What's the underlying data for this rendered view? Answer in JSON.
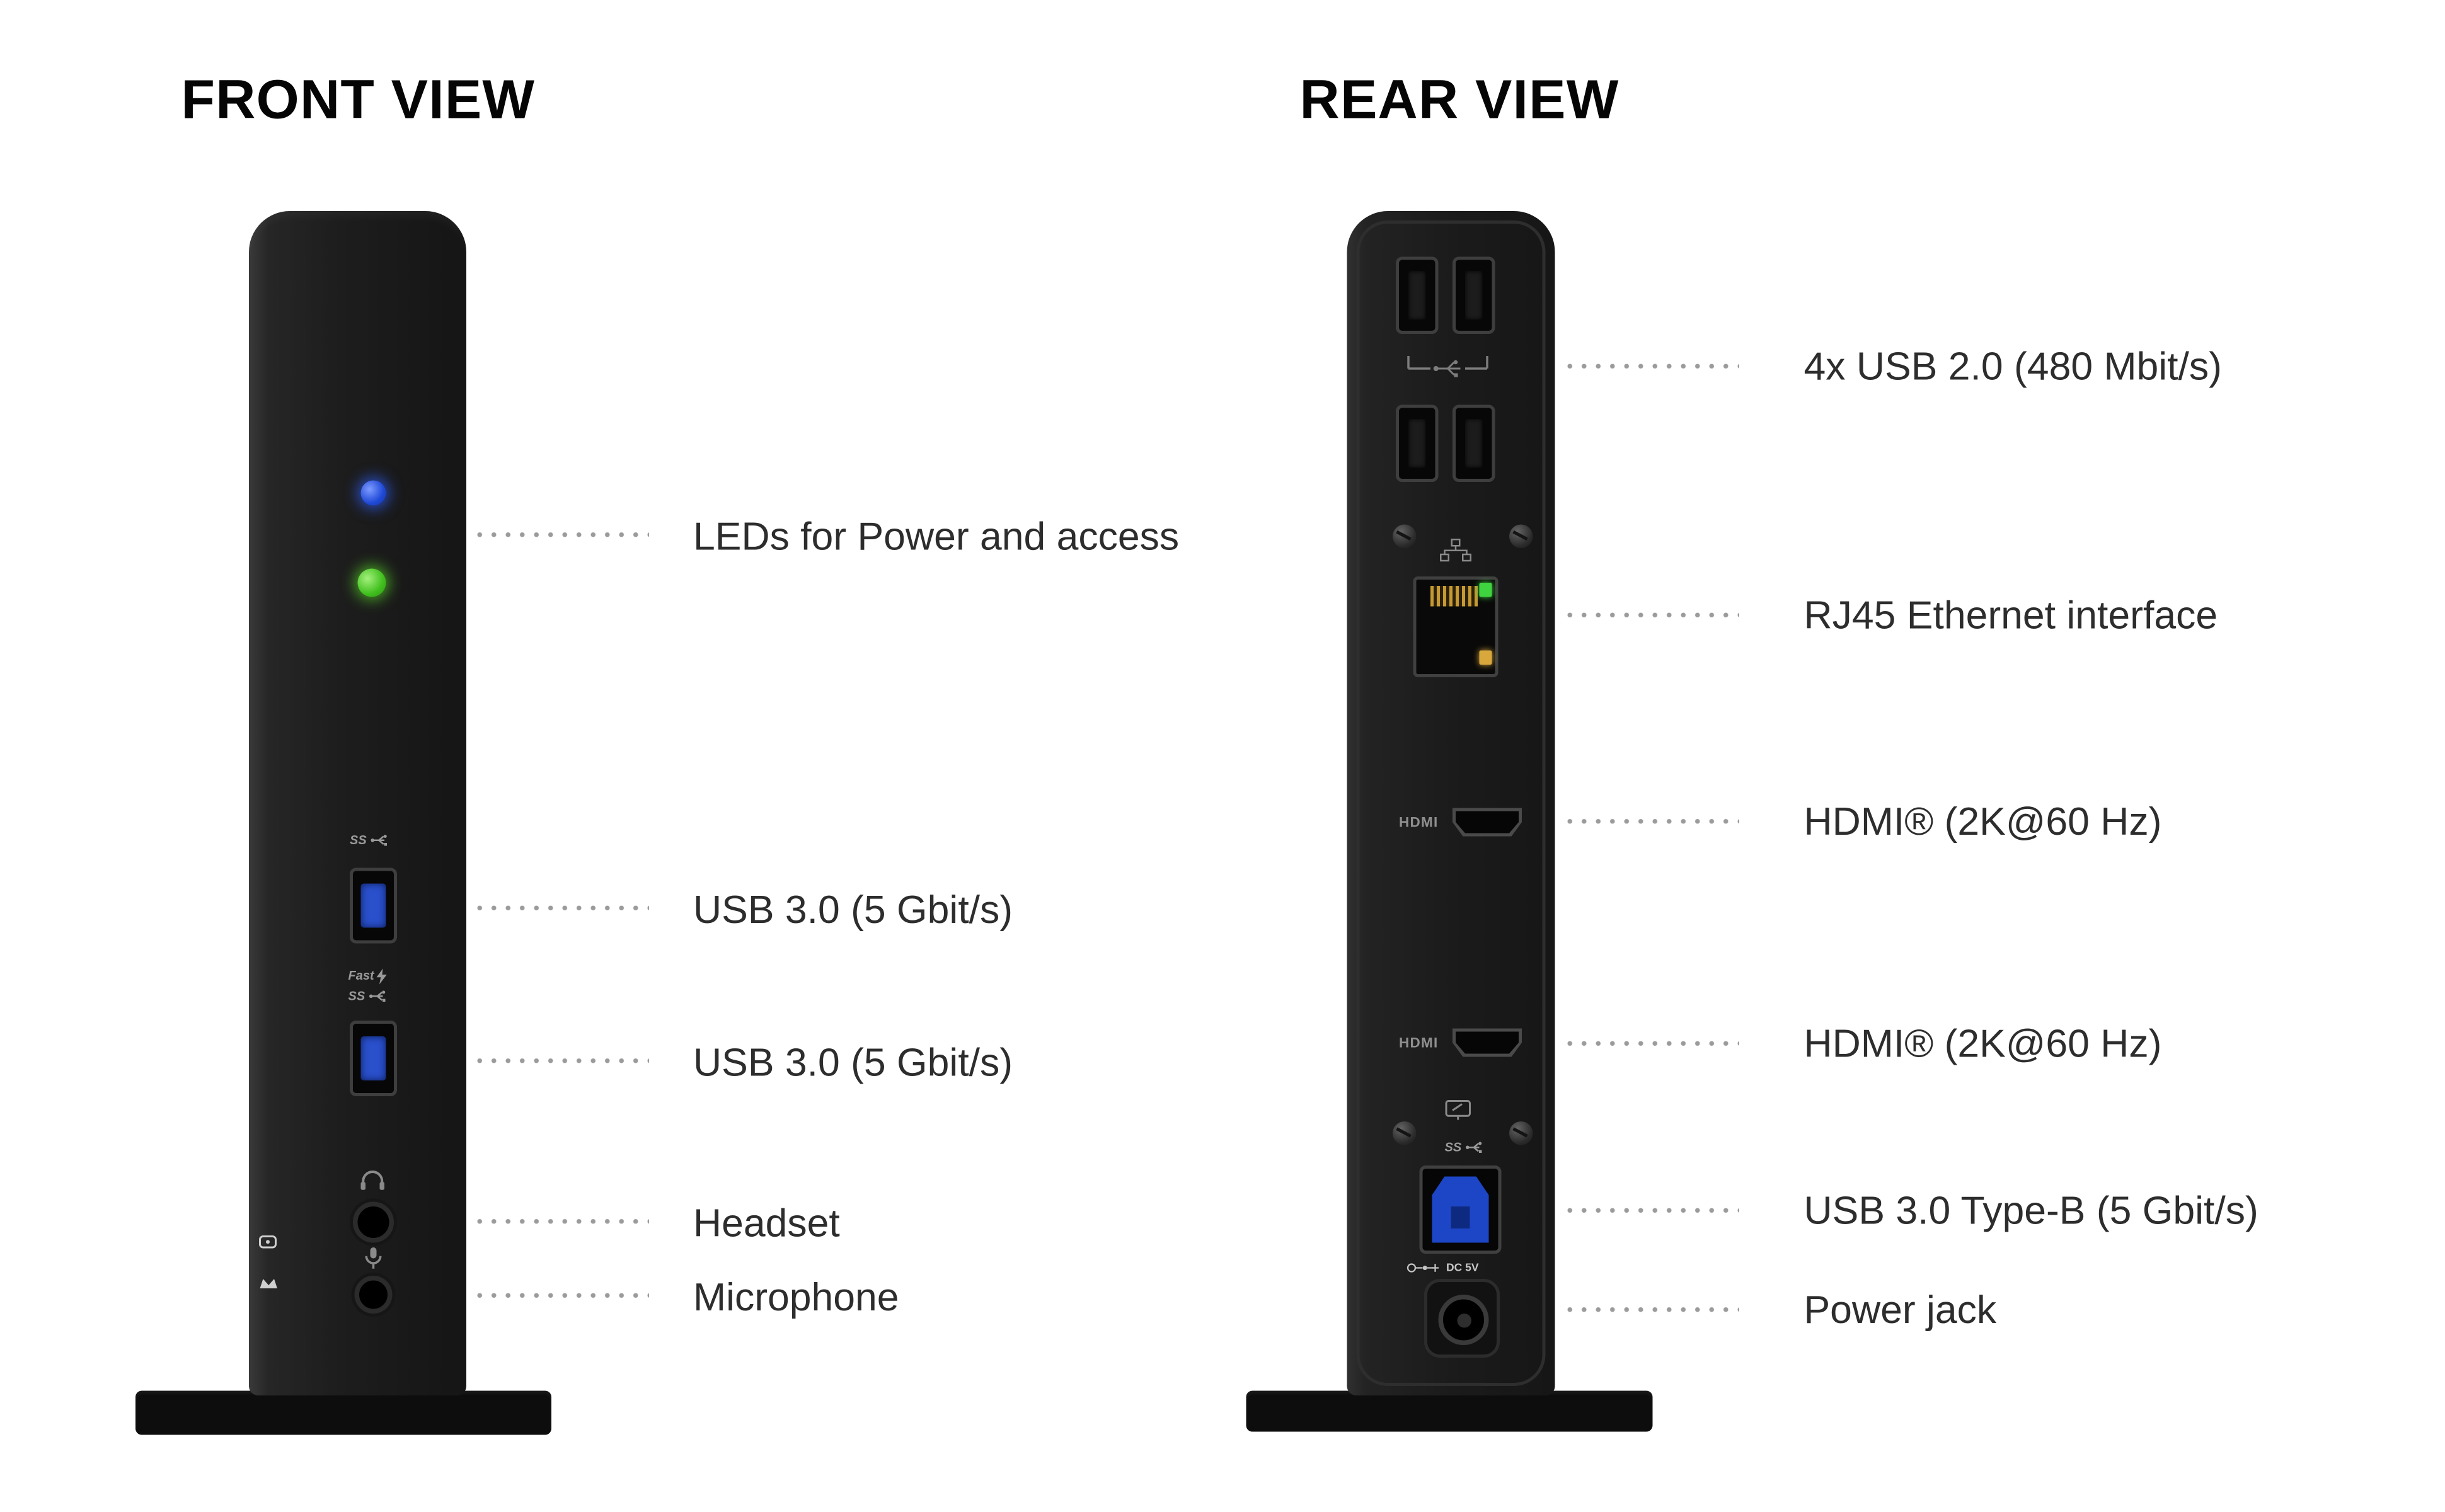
{
  "front": {
    "heading": "FRONT VIEW",
    "labels": [
      "LEDs for Power and access",
      "USB 3.0 (5 Gbit/s)",
      "USB 3.0 (5 Gbit/s)",
      "Headset",
      "Microphone"
    ]
  },
  "rear": {
    "heading": "REAR VIEW",
    "labels": [
      "4x USB 2.0 (480 Mbit/s)",
      "RJ45 Ethernet interface",
      "HDMI® (2K@60 Hz)",
      "HDMI® (2K@60 Hz)",
      "USB 3.0 Type-B (5 Gbit/s)",
      "Power jack"
    ]
  },
  "device_markings": {
    "superspeed": "SS",
    "fast": "Fast",
    "hdmi_port_label": "HDMI",
    "dc_power": "DC 5V"
  },
  "colors": {
    "power_led_blue": "#2457e6",
    "access_led_green": "#43c421",
    "usb3_blue": "#2a50cc",
    "usb_typeb_blue": "#1c46c6",
    "ethernet_led_green": "#3fd43f",
    "ethernet_led_amber": "#d8a83c",
    "leader_dots": "#9b9b9b",
    "device_body": "#1c1c1c",
    "background": "#ffffff"
  }
}
